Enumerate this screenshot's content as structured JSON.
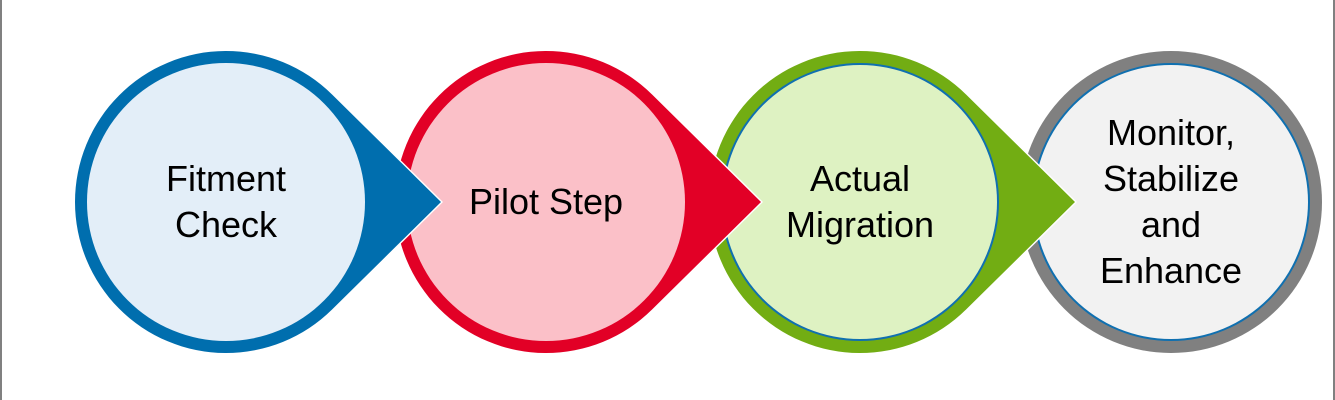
{
  "diagram": {
    "type": "process-flow",
    "steps": [
      {
        "id": "fitment-check",
        "lines": [
          "Fitment",
          "Check"
        ],
        "stroke": "#006EAE",
        "fill": "#E3EEF8",
        "inner_ring": ""
      },
      {
        "id": "pilot-step",
        "lines": [
          "Pilot Step"
        ],
        "stroke": "#E20026",
        "fill": "#FBC0C8",
        "inner_ring": ""
      },
      {
        "id": "actual-migration",
        "lines": [
          "Actual",
          "Migration"
        ],
        "stroke": "#72AD13",
        "fill": "#DEF2C2",
        "inner_ring": "#1070B0"
      },
      {
        "id": "monitor-stabilize-enhance",
        "lines": [
          "Monitor,",
          "Stabilize",
          "and",
          "Enhance"
        ],
        "stroke": "#808080",
        "fill": "#F2F2F2",
        "inner_ring": "#1070B0"
      }
    ]
  }
}
